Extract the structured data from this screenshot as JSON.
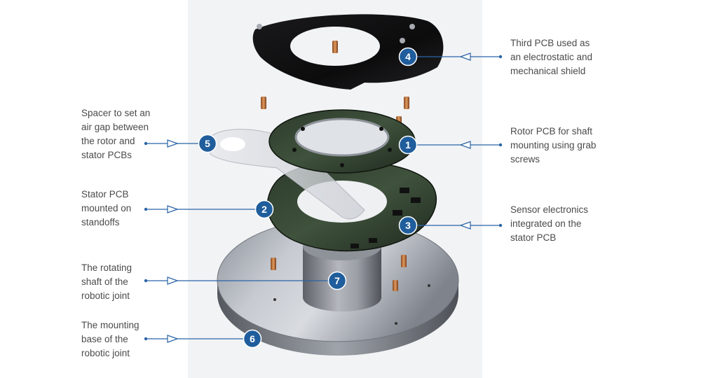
{
  "accent_color": "#1f5d9c",
  "line_color": "#2a64a6",
  "callouts": [
    {
      "number": "1",
      "text": "Rotor PCB for shaft\nmounting using grab\nscrews",
      "side": "right"
    },
    {
      "number": "2",
      "text": "Stator PCB\nmounted on\nstandoffs",
      "side": "left"
    },
    {
      "number": "3",
      "text": "Sensor electronics\nintegrated on the\nstator PCB",
      "side": "right"
    },
    {
      "number": "4",
      "text": "Third PCB used as\nan electrostatic and\nmechanical shield",
      "side": "right"
    },
    {
      "number": "5",
      "text": "Spacer to set an\nair gap between\nthe rotor and\nstator PCBs",
      "side": "left"
    },
    {
      "number": "6",
      "text": "The mounting\nbase of the\nrobotic joint",
      "side": "left"
    },
    {
      "number": "7",
      "text": "The rotating\nshaft of the\nrobotic joint",
      "side": "left"
    }
  ]
}
